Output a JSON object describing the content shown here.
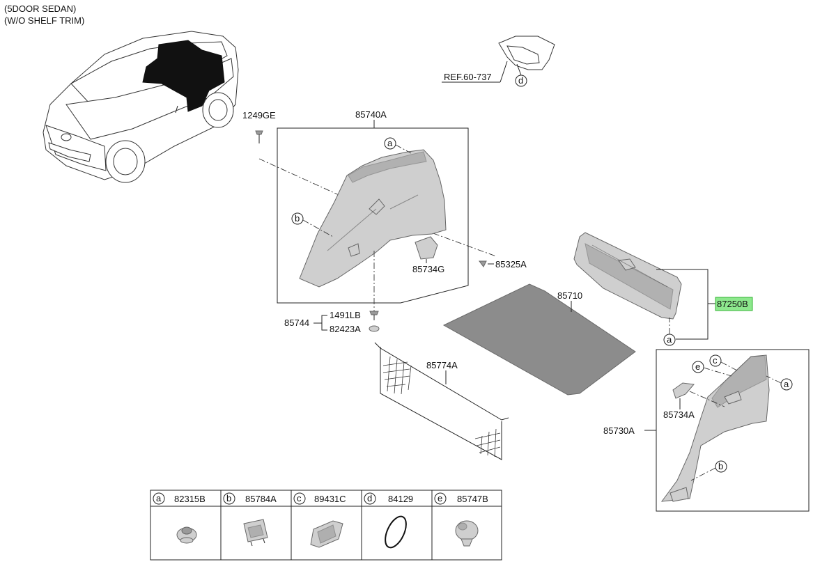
{
  "header": {
    "line1": "(5DOOR SEDAN)",
    "line2": "(W/O SHELF TRIM)"
  },
  "callouts": {
    "ref": "REF.60-737",
    "p1249GE": "1249GE",
    "p85740A": "85740A",
    "p85734G": "85734G",
    "p85325A": "85325A",
    "p85744": "85744",
    "p1491LB": "1491LB",
    "p82423A": "82423A",
    "p85710": "85710",
    "p87250B": "87250B",
    "p85774A": "85774A",
    "p85734A": "85734A",
    "p85730A": "85730A"
  },
  "markers": {
    "a": "a",
    "b": "b",
    "c": "c",
    "d": "d",
    "e": "e"
  },
  "legend": [
    {
      "letter": "a",
      "part": "82315B"
    },
    {
      "letter": "b",
      "part": "85784A"
    },
    {
      "letter": "c",
      "part": "89431C"
    },
    {
      "letter": "d",
      "part": "84129"
    },
    {
      "letter": "e",
      "part": "85747B"
    }
  ],
  "highlight_color": "#8de88d"
}
